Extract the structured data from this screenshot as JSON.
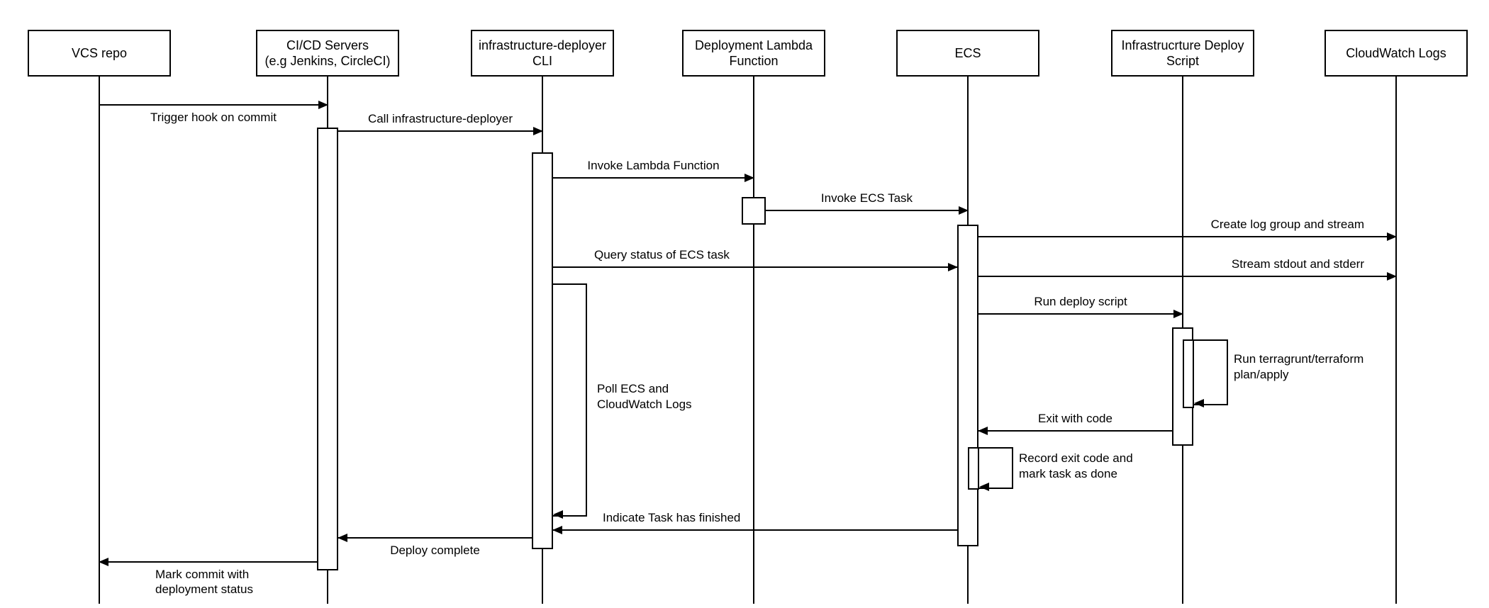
{
  "diagram": {
    "type": "uml-sequence",
    "background_color": "#ffffff",
    "line_color": "#000000",
    "text_color": "#000000"
  },
  "participants": [
    {
      "id": "vcs-repo",
      "label": "VCS repo"
    },
    {
      "id": "cicd-servers",
      "label": "CI/CD Servers\n(e.g Jenkins, CircleCI)"
    },
    {
      "id": "deployer-cli",
      "label": "infrastructure-deployer\nCLI"
    },
    {
      "id": "deployment-lambda",
      "label": "Deployment Lambda\nFunction"
    },
    {
      "id": "ecs",
      "label": "ECS"
    },
    {
      "id": "deploy-script",
      "label": "Infrastrucrture Deploy\nScript"
    },
    {
      "id": "cloudwatch-logs",
      "label": "CloudWatch Logs"
    }
  ],
  "messages": [
    {
      "from": "vcs-repo",
      "to": "cicd-servers",
      "label": "Trigger hook on commit"
    },
    {
      "from": "cicd-servers",
      "to": "deployer-cli",
      "label": "Call infrastructure-deployer"
    },
    {
      "from": "deployer-cli",
      "to": "deployment-lambda",
      "label": "Invoke Lambda Function"
    },
    {
      "from": "deployment-lambda",
      "to": "ecs",
      "label": "Invoke ECS Task"
    },
    {
      "from": "ecs",
      "to": "cloudwatch-logs",
      "label": "Create log group and stream"
    },
    {
      "from": "deployer-cli",
      "to": "ecs",
      "label": "Query status of ECS task"
    },
    {
      "from": "ecs",
      "to": "cloudwatch-logs",
      "label": "Stream stdout and stderr"
    },
    {
      "from": "ecs",
      "to": "deploy-script",
      "label": "Run deploy script"
    },
    {
      "from": "deploy-script",
      "to": "ecs",
      "label": "Exit with code"
    },
    {
      "from": "ecs",
      "to": "deployer-cli",
      "label": "Indicate Task has finished"
    },
    {
      "from": "deployer-cli",
      "to": "cicd-servers",
      "label": "Deploy complete"
    },
    {
      "from": "cicd-servers",
      "to": "vcs-repo",
      "label": "Mark commit with\ndeployment status"
    }
  ],
  "self_messages": [
    {
      "on": "deployer-cli",
      "label": "Poll ECS and\nCloudWatch Logs"
    },
    {
      "on": "deploy-script",
      "label": "Run terragrunt/terraform\nplan/apply"
    },
    {
      "on": "ecs",
      "label": "Record exit code and\nmark task as done"
    }
  ]
}
